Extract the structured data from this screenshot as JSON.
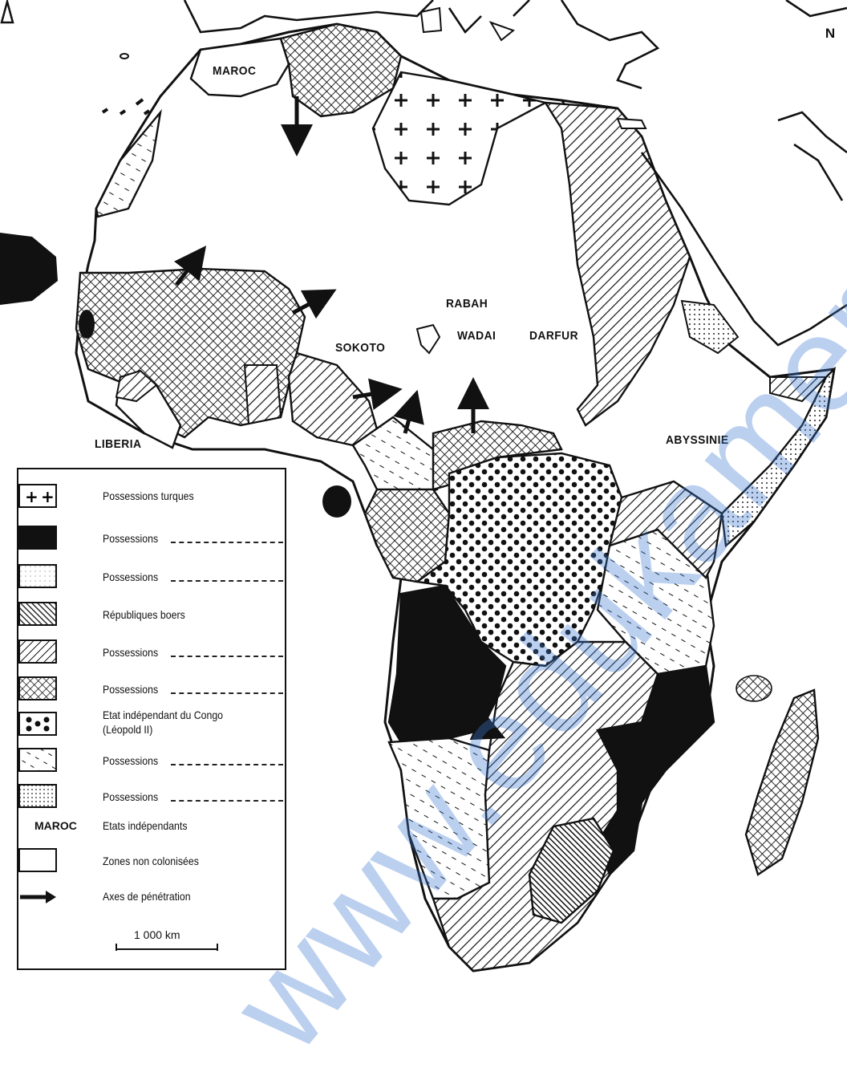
{
  "map": {
    "north": "N",
    "labels": {
      "maroc": "MAROC",
      "liberia": "LIBERIA",
      "sokoto": "SOKOTO",
      "rabah": "RABAH",
      "wadai": "WADAI",
      "darfur": "DARFUR",
      "abyssinie": "ABYSSINIE"
    },
    "colors": {
      "ink": "#111111",
      "paper": "#ffffff",
      "watermark": "#3c78d2"
    }
  },
  "legend": {
    "items": [
      {
        "pattern": "plus",
        "label": "Possessions turques"
      },
      {
        "pattern": "solid-black",
        "label": "Possessions"
      },
      {
        "pattern": "light-stipple",
        "label": "Possessions"
      },
      {
        "pattern": "dense-hatch",
        "label": "Républiques boers"
      },
      {
        "pattern": "diagonal-hatch",
        "label": "Possessions"
      },
      {
        "pattern": "crosshatch",
        "label": "Possessions"
      },
      {
        "pattern": "dots",
        "label": "Etat indépendant du Congo",
        "label2": "(Léopold II)"
      },
      {
        "pattern": "dashed-diagonal",
        "label": "Possessions"
      },
      {
        "pattern": "fine-dots",
        "label": "Possessions"
      },
      {
        "key": "MAROC",
        "label": "Etats indépendants"
      },
      {
        "pattern": "empty",
        "label": "Zones non colonisées"
      },
      {
        "pattern": "arrow",
        "label": "Axes de pénétration"
      }
    ],
    "scale": "1 000 km"
  },
  "watermark": "www.edukamer.info"
}
